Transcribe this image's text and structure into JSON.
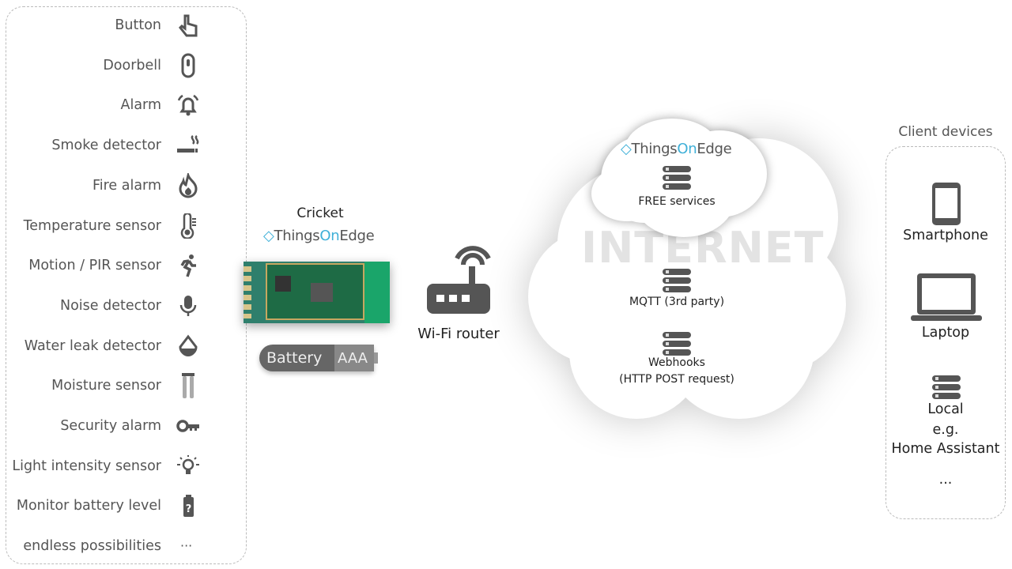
{
  "sensors": [
    {
      "label": "Button",
      "icon": "hand-pointer-icon"
    },
    {
      "label": "Doorbell",
      "icon": "doorbell-icon"
    },
    {
      "label": "Alarm",
      "icon": "alarm-bell-icon"
    },
    {
      "label": "Smoke detector",
      "icon": "smoking-icon"
    },
    {
      "label": "Fire alarm",
      "icon": "fire-icon"
    },
    {
      "label": "Temperature sensor",
      "icon": "thermometer-icon"
    },
    {
      "label": "Motion / PIR sensor",
      "icon": "running-person-icon"
    },
    {
      "label": "Noise detector",
      "icon": "microphone-icon"
    },
    {
      "label": "Water leak detector",
      "icon": "water-drop-icon"
    },
    {
      "label": "Moisture sensor",
      "icon": "moisture-probe-icon"
    },
    {
      "label": "Security alarm",
      "icon": "key-icon"
    },
    {
      "label": "Light intensity sensor",
      "icon": "light-bulb-icon"
    },
    {
      "label": "Monitor battery level",
      "icon": "battery-question-icon"
    },
    {
      "label": "endless possibilities",
      "icon": "ellipsis-icon"
    }
  ],
  "ellipsis": "···",
  "device": {
    "name": "Cricket",
    "battery": "Battery",
    "battery_type": "AAA"
  },
  "logo": {
    "part1": "Things",
    "part2": "On",
    "part3": "Edge"
  },
  "router": {
    "label": "Wi-Fi router"
  },
  "internet": {
    "title": "INTERNET",
    "free": "FREE services",
    "mqtt": "MQTT (3rd party)",
    "webhooks1": "Webhooks",
    "webhooks2": "(HTTP POST request)"
  },
  "clients": {
    "title": "Client devices",
    "smartphone": "Smartphone",
    "laptop": "Laptop",
    "local1": "Local",
    "local2": "e.g.",
    "local3": "Home Assistant",
    "more": "..."
  }
}
